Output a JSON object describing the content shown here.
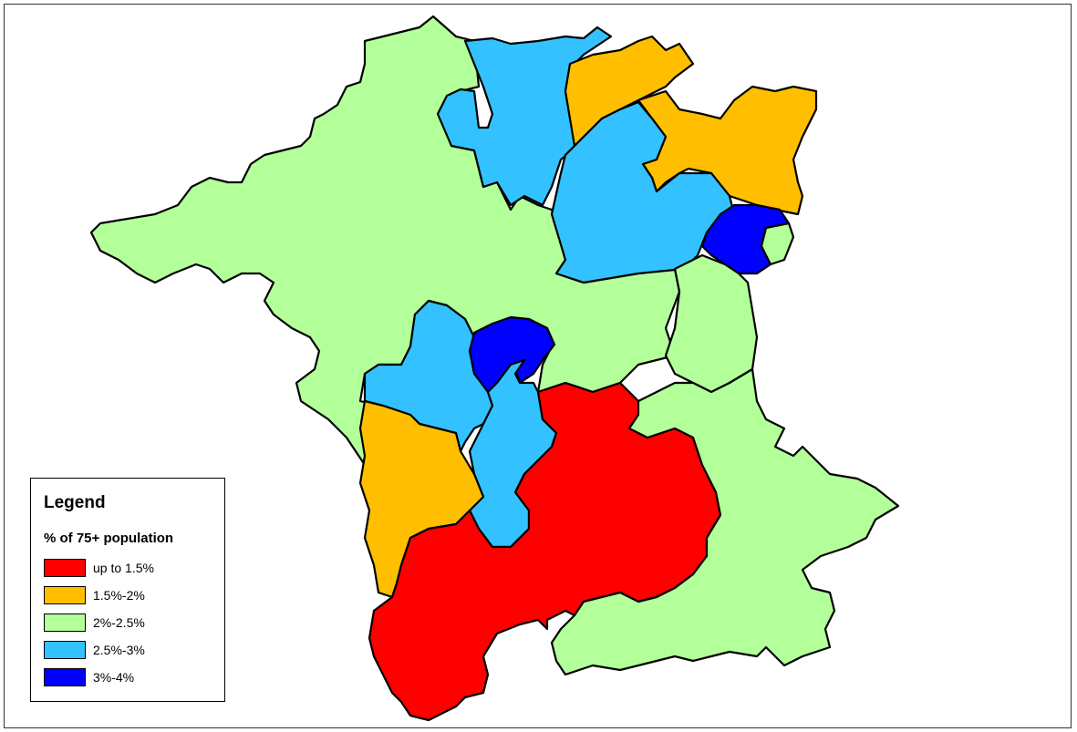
{
  "legend": {
    "title": "Legend",
    "subtitle": "% of 75+ population",
    "classes": [
      {
        "label": "up to 1.5%",
        "color": "#ff0000"
      },
      {
        "label": "1.5%-2%",
        "color": "#ffbf00"
      },
      {
        "label": "2%-2.5%",
        "color": "#b3ff99"
      },
      {
        "label": "2.5%-3%",
        "color": "#33c2ff"
      },
      {
        "label": "3%-4%",
        "color": "#0000ff"
      }
    ]
  },
  "regions": [
    {
      "name": "north-west",
      "class": 2
    },
    {
      "name": "north-central",
      "class": 3
    },
    {
      "name": "north-east-upper",
      "class": 1
    },
    {
      "name": "north-east",
      "class": 1
    },
    {
      "name": "east-central",
      "class": 3
    },
    {
      "name": "east-small",
      "class": 4
    },
    {
      "name": "east-tiny",
      "class": 2
    },
    {
      "name": "centre",
      "class": 2
    },
    {
      "name": "centre-west",
      "class": 3
    },
    {
      "name": "centre-dark",
      "class": 4
    },
    {
      "name": "centre-south",
      "class": 3
    },
    {
      "name": "west",
      "class": 1
    },
    {
      "name": "south",
      "class": 0
    },
    {
      "name": "south-east",
      "class": 2
    }
  ]
}
